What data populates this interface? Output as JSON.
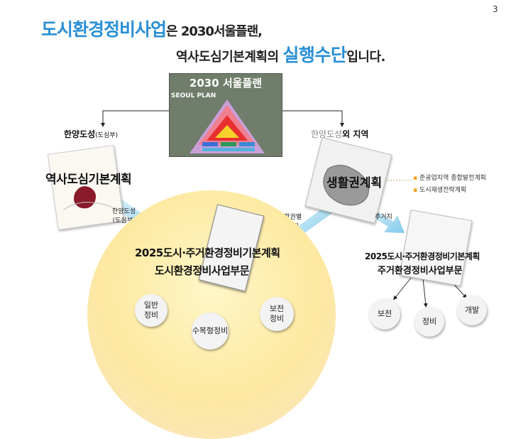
{
  "page_number": "3",
  "title": {
    "line1_highlight": "도시환경정비사업",
    "line1_rest": "은  2030서울플랜,",
    "line2_prefix": "역사도심기본계획의 ",
    "line2_highlight": "실행수단",
    "line2_suffix": "입니다."
  },
  "plan": {
    "title": "2030  서울플랜",
    "sub": "SEOUL PLAN"
  },
  "left_branch": {
    "label_main": "한양도성",
    "label_sub": "(도심부)",
    "doc_title": "역사도심기본계획",
    "arrow_label_line1": "한양도성",
    "arrow_label_line2": "(도심부)"
  },
  "right_branch": {
    "label_gray": "한양도성",
    "label_main": "외 지역",
    "doc_title": "생활권계획",
    "side_items": [
      "준공업지역 종합발전계획",
      "도시재생전략계획"
    ],
    "arrow_label_line1": "생활권별",
    "arrow_label_line2": "중심지",
    "arrow_label_r": "주거지"
  },
  "center": {
    "line1": "2025도시·주거환경정비기본계획",
    "line2": "도시환경정비사업부문",
    "bubbles": [
      {
        "line1": "일반",
        "line2": "정비"
      },
      {
        "line1": "수복형정비",
        "line2": ""
      },
      {
        "line1": "보전",
        "line2": "정비"
      }
    ]
  },
  "right_doc": {
    "line1": "2025도시·주거환경정비기본계획",
    "line2": "주거환경정비사업부문",
    "bubbles": [
      "보전",
      "정비",
      "개발"
    ]
  },
  "colors": {
    "accent_blue": "#2a8fd6",
    "arrow_blue": "#8fd0ee",
    "bullet_orange": "#f0a020"
  }
}
